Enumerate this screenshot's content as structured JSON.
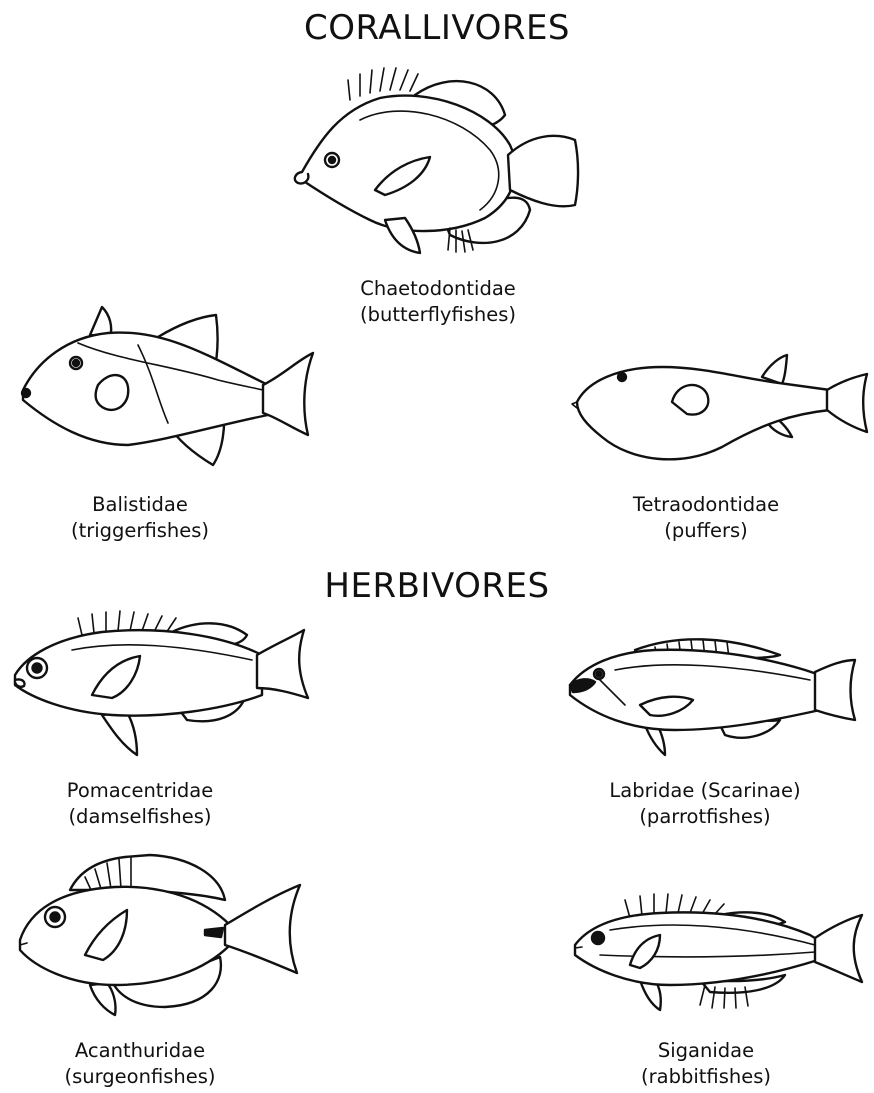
{
  "groups": [
    {
      "heading": "CORALLIVORES",
      "taxa": [
        {
          "family": "Chaetodontidae",
          "common": "(butterflyfishes)"
        },
        {
          "family": "Balistidae",
          "common": "(triggerfishes)"
        },
        {
          "family": "Tetraodontidae",
          "common": "(puffers)"
        }
      ]
    },
    {
      "heading": "HERBIVORES",
      "taxa": [
        {
          "family": "Pomacentridae",
          "common": "(damselfishes)"
        },
        {
          "family": "Labridae (Scarinae)",
          "common": "(parrotfishes)"
        },
        {
          "family": "Acanthuridae",
          "common": "(surgeonfishes)"
        },
        {
          "family": "Siganidae",
          "common": "(rabbitfishes)"
        }
      ]
    }
  ]
}
